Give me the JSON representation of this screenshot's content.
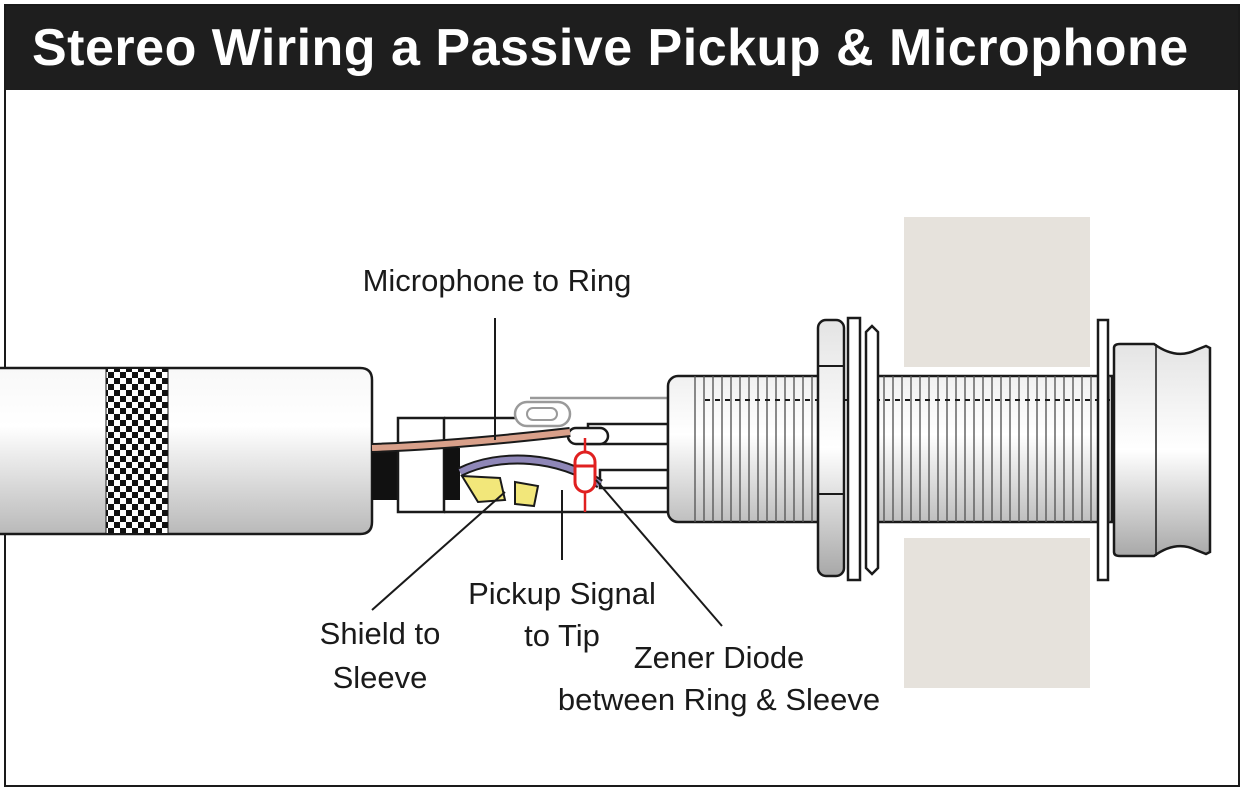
{
  "title": "Stereo Wiring a Passive Pickup & Microphone",
  "labels": {
    "microphone": "Microphone to Ring",
    "shield_1": "Shield to",
    "shield_2": "Sleeve",
    "pickup_1": "Pickup Signal",
    "pickup_2": "to Tip",
    "zener_1": "Zener Diode",
    "zener_2": "between Ring & Sleeve"
  },
  "colors": {
    "title_bg": "#1e1e1e",
    "mic_wire": "#d9a08a",
    "pickup_wire": "#8f87b8",
    "shield_wire": "#f2e77a",
    "diode": "#e02020",
    "panel": "#e6e2dc"
  }
}
